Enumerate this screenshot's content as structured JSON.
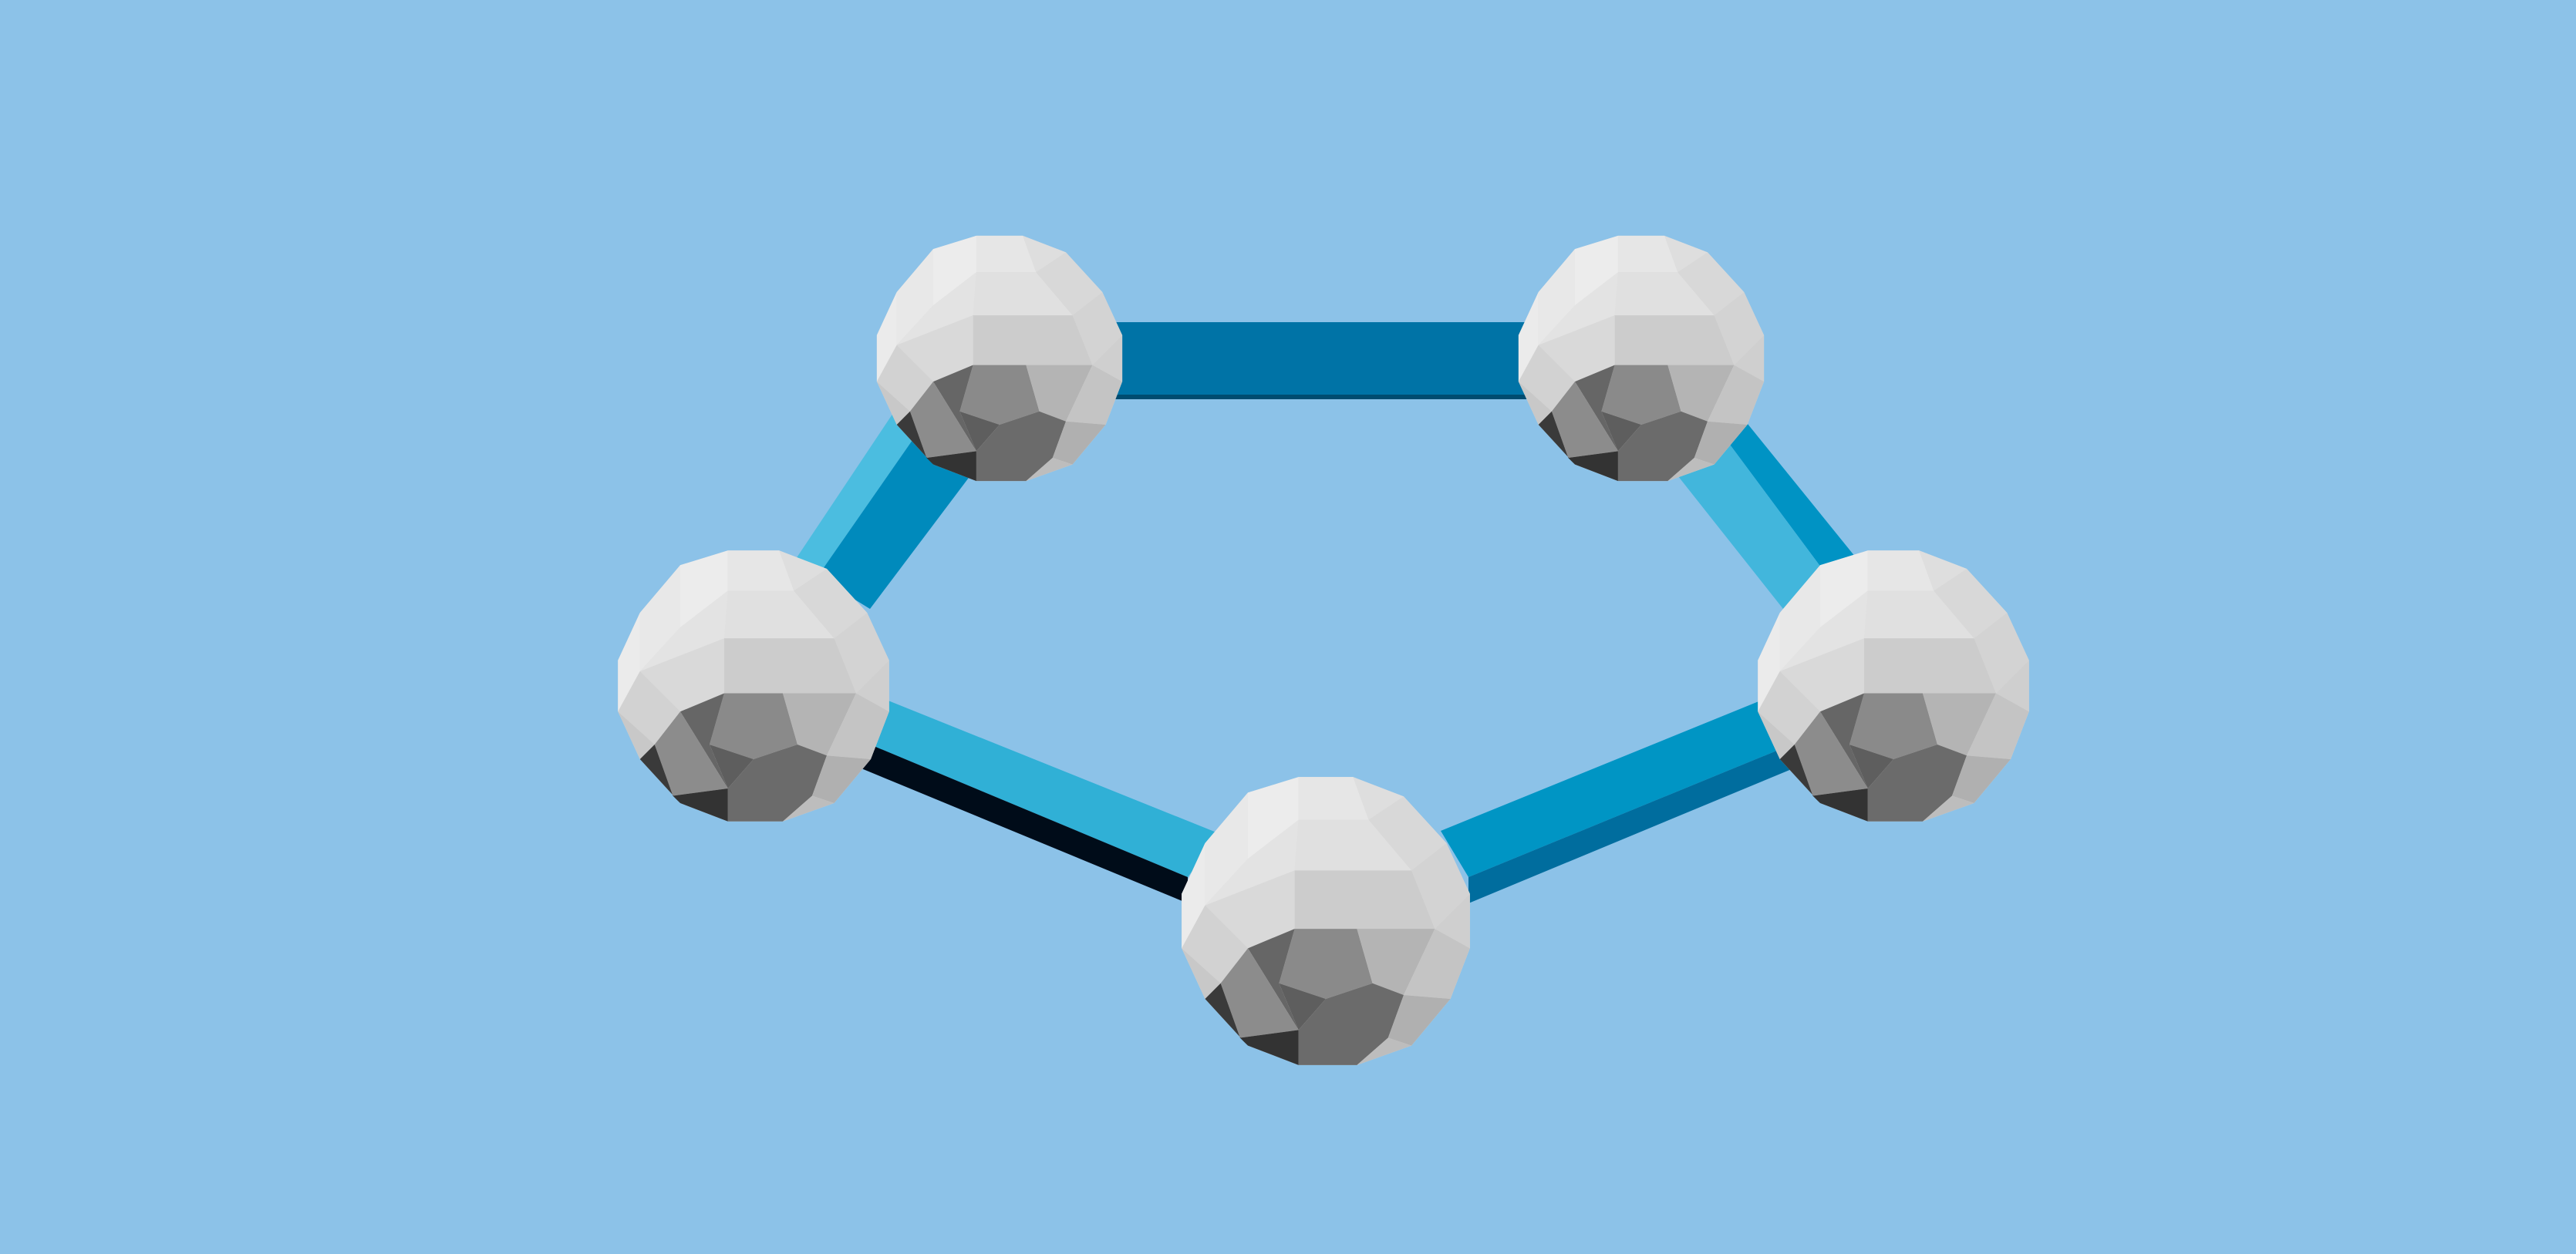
{
  "scene": {
    "subject": "pentagon-ring-model",
    "atom_count": 5,
    "bond_count": 5
  },
  "colors": {
    "background": "#8cc2e8",
    "bond_dark": "#0073a6",
    "bond_mid": "#008ec0",
    "bond_light": "#30b0d6",
    "bond_shadow": "#000c19",
    "atom_light": "#e6e6e6",
    "atom_mid": "#c8c8c8",
    "atom_dark": "#666666"
  }
}
